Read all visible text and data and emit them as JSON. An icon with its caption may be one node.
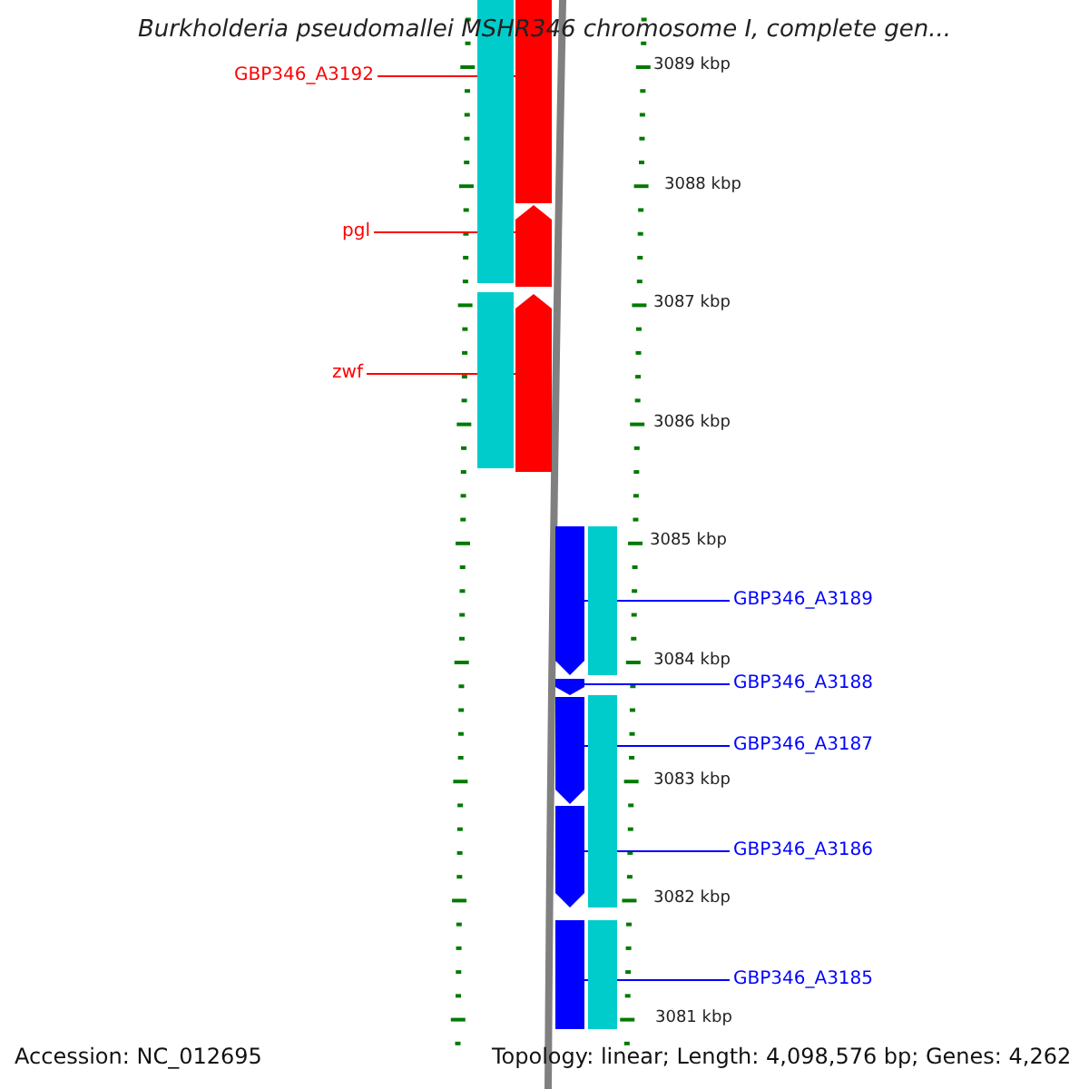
{
  "diagram": {
    "title": "Burkholderia pseudomallei MSHR346 chromosome I, complete gen...",
    "nodes": [
      {
        "text": [
          "GBP346_A3192"
        ]
      },
      {
        "text": [
          "pgl"
        ]
      },
      {
        "text": [
          "zwf"
        ]
      },
      {
        "text": [],
        "shape": "bar"
      },
      {
        "text": [],
        "shape": "bar"
      },
      {
        "text": [],
        "shape": "bar"
      },
      {
        "text": [],
        "shape": "bar"
      },
      {
        "text": [],
        "shape": "bar"
      },
      {
        "text": [
          "GBP346_A3189"
        ]
      },
      {
        "text": [
          "GBP346_A3188"
        ]
      },
      {
        "text": [
          "GBP346_A3187"
        ]
      },
      {
        "text": [
          "GBP346_A3186"
        ]
      },
      {
        "text": [
          "GBP346_A3185"
        ]
      },
      {
        "text": [],
        "shape": "bar"
      },
      {
        "text": [],
        "shape": "bar"
      },
      {
        "text": [],
        "shape": "bar"
      },
      {
        "text": [],
        "shape": "bar"
      },
      {
        "text": [],
        "shape": "bar"
      },
      {
        "text": [],
        "shape": "bar"
      },
      {
        "text": [],
        "shape": "bar"
      },
      {
        "text": [],
        "shape": "bar"
      }
    ],
    "edges": [
      {
        "from": 0,
        "to": 3,
        "arrow": "none",
        "color": "#ff0000"
      },
      {
        "from": 1,
        "to": 4,
        "arrow": "none",
        "color": "#ff0000"
      },
      {
        "from": 2,
        "to": 5,
        "arrow": "none",
        "color": "#ff0000"
      },
      {
        "from": 8,
        "to": 13,
        "arrow": "none"
      },
      {
        "from": 9,
        "to": 14,
        "arrow": "none"
      },
      {
        "from": 10,
        "to": 15,
        "arrow": "none"
      },
      {
        "from": 11,
        "to": 16,
        "arrow": "none"
      },
      {
        "from": 12,
        "to": 17,
        "arrow": "none"
      }
    ],
    "labels": [
      "3089 kbp",
      "3088 kbp",
      "3087 kbp",
      "3086 kbp",
      "3085 kbp",
      "3084 kbp",
      "3083 kbp",
      "3082 kbp",
      "3081 kbp",
      "Accession: NC_012695",
      "Topology: linear; Length: 4,098,576 bp; Genes: 4,262"
    ]
  }
}
